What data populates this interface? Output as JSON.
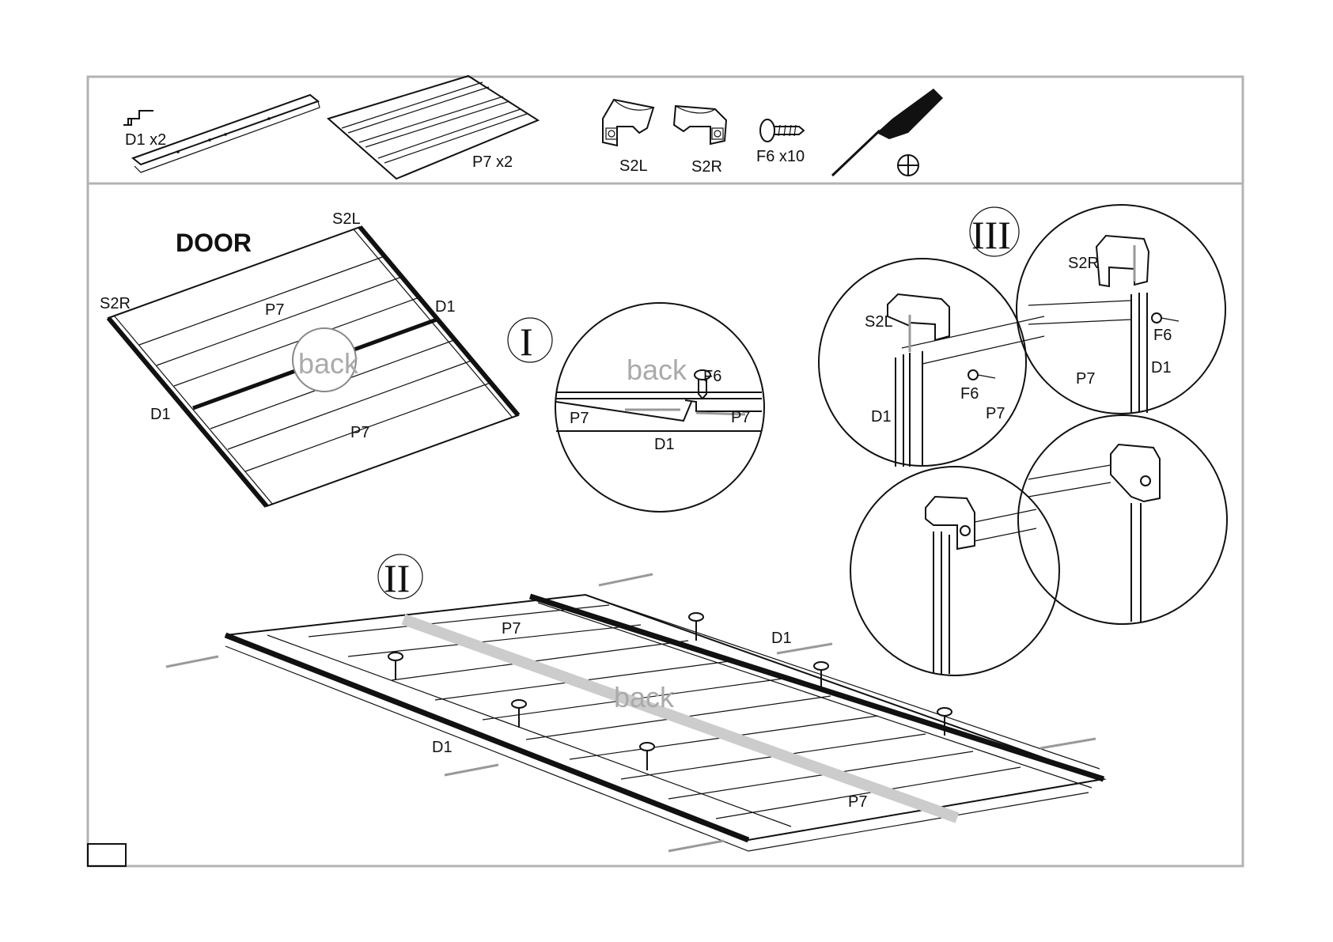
{
  "parts": {
    "d1": "D1 x2",
    "p7": "P7 x2",
    "s2l": "S2L",
    "s2r": "S2R",
    "f6": "F6 x10"
  },
  "step_door": {
    "title": "DOOR",
    "s2l": "S2L",
    "s2r": "S2R",
    "p7_top": "P7",
    "p7_bottom": "P7",
    "d1_right": "D1",
    "d1_left": "D1",
    "back": "back"
  },
  "step_1": {
    "numeral": "I",
    "back": "back",
    "f6": "F6",
    "p7_left": "P7",
    "p7_right": "P7",
    "d1": "D1"
  },
  "step_2": {
    "numeral": "II",
    "p7_top": "P7",
    "p7_bottom": "P7",
    "d1_top": "D1",
    "d1_bottom": "D1",
    "back": "back"
  },
  "step_3": {
    "numeral": "III",
    "s2l": "S2L",
    "s2r": "S2R",
    "f6_left": "F6",
    "f6_right": "F6",
    "p7_left": "P7",
    "p7_right": "P7",
    "d1_left": "D1",
    "d1_right": "D1"
  }
}
